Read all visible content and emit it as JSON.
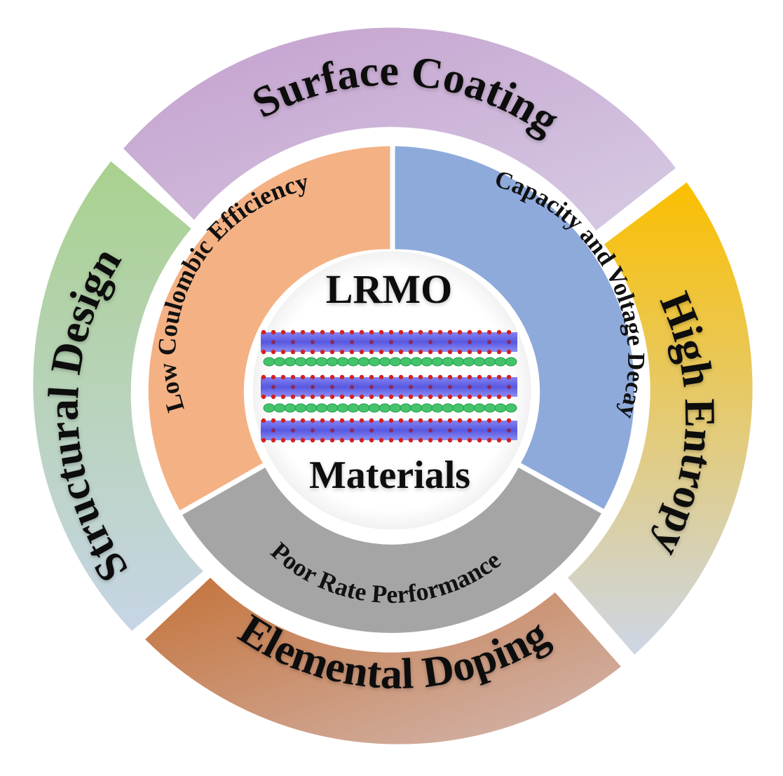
{
  "center": {
    "title": "LRMO",
    "subtitle": "Materials"
  },
  "outer_segments": [
    {
      "id": "surface-coating",
      "label": "Surface  Coating",
      "color_start": "#c49fcd",
      "color_end": "#d6cbe4"
    },
    {
      "id": "high-entropy",
      "label": "High Entropy",
      "color_start": "#fbbf00",
      "color_end": "#cdd6e6"
    },
    {
      "id": "elemental-doping",
      "label": "Elemental Doping",
      "color_start": "#c47239",
      "color_end": "#d3b8b2"
    },
    {
      "id": "structural-design",
      "label": "Structural  Design",
      "color_start": "#a9d18e",
      "color_end": "#c7d5e6"
    }
  ],
  "inner_segments": [
    {
      "id": "low-coulombic-efficiency",
      "label": "Low Coulombic Efficiency",
      "color": "#f4b184"
    },
    {
      "id": "capacity-voltage-decay",
      "label": "Capacity and Voltage Decay",
      "color": "#8eaadb"
    },
    {
      "id": "poor-rate-performance",
      "label": "Poor Rate Performance",
      "color": "#a5a5a5"
    }
  ]
}
